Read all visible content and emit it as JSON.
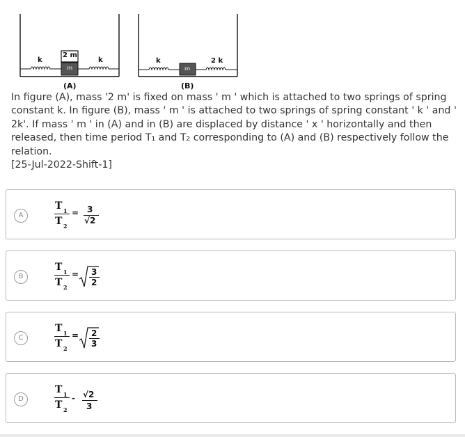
{
  "figure": {
    "label_a": "(A)",
    "label_b": "(B)",
    "a_spring_left": "k",
    "a_spring_right": "k",
    "a_top_mass": "2 m",
    "a_bottom_mass": "m",
    "b_spring_left": "k",
    "b_spring_right": "2 k",
    "b_mass": "m"
  },
  "question": {
    "text": "In figure (A), mass '2 m' is fixed on mass ' m ' which is attached to two springs of spring constant k. In figure (B), mass ' m ' is attached to two springs of spring constant ' k ' and ' 2k'. If mass ' m ' in (A) and in (B) are displaced by distance ' x ' horizontally and then released, then time period T₁ and T₂ corresponding to (A) and (B) respectively follow the relation.",
    "reference": "[25-Jul-2022-Shift-1]"
  },
  "options": [
    {
      "letter": "A",
      "lhs_num": "T",
      "lhs_num_sub": "1",
      "lhs_den": "T",
      "lhs_den_sub": "2",
      "rhs_num": "3",
      "rhs_den": "√2"
    },
    {
      "letter": "B",
      "lhs_num": "T",
      "lhs_num_sub": "1",
      "lhs_den": "T",
      "lhs_den_sub": "2",
      "rhs_num": "3",
      "rhs_den": "2"
    },
    {
      "letter": "C",
      "lhs_num": "T",
      "lhs_num_sub": "1",
      "lhs_den": "T",
      "lhs_den_sub": "2",
      "rhs_num": "2",
      "rhs_den": "3"
    },
    {
      "letter": "D",
      "lhs_num": "T",
      "lhs_num_sub": "1",
      "lhs_den": "T",
      "lhs_den_sub": "2",
      "rhs_num": "√2",
      "rhs_den": "3"
    }
  ]
}
